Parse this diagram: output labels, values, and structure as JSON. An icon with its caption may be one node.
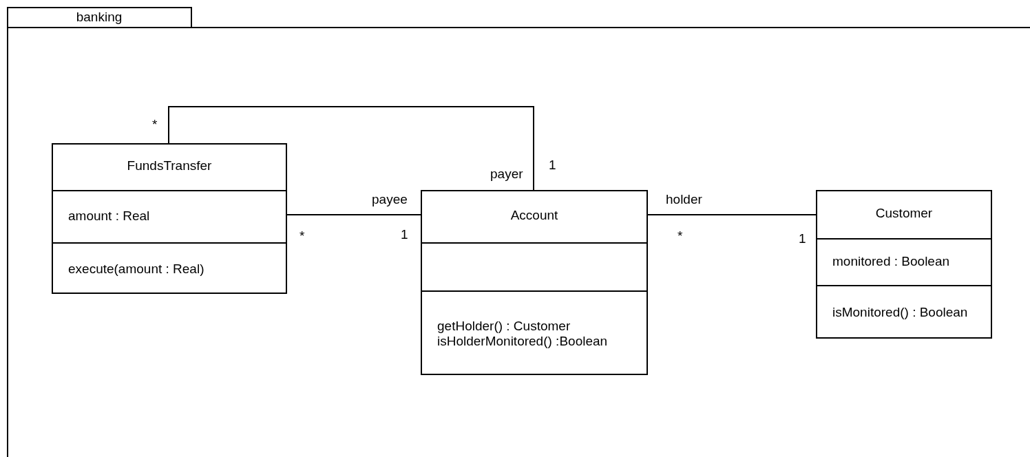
{
  "diagram": {
    "nodes": [
      {
        "text": [
          "banking"
        ]
      },
      {
        "text": [
          "FundsTransfer",
          "amount : Real",
          "execute(amount : Real)"
        ],
        "in": 0
      },
      {
        "text": [
          "Account",
          "getHolder() : Customer",
          "isHolderMonitored() :Boolean"
        ],
        "in": 0
      },
      {
        "text": [
          "Customer",
          "monitored : Boolean",
          "isMonitored() : Boolean"
        ],
        "in": 0
      }
    ],
    "edges": [
      {
        "from": 1,
        "to": 2,
        "arrow": "none",
        "label": "payer"
      },
      {
        "from": 1,
        "to": 2,
        "arrow": "none",
        "label": "payee"
      },
      {
        "from": 2,
        "to": 3,
        "arrow": "none",
        "label": "holder"
      }
    ],
    "labels": [
      "*",
      "1",
      "*",
      "1",
      "*",
      "1"
    ]
  }
}
